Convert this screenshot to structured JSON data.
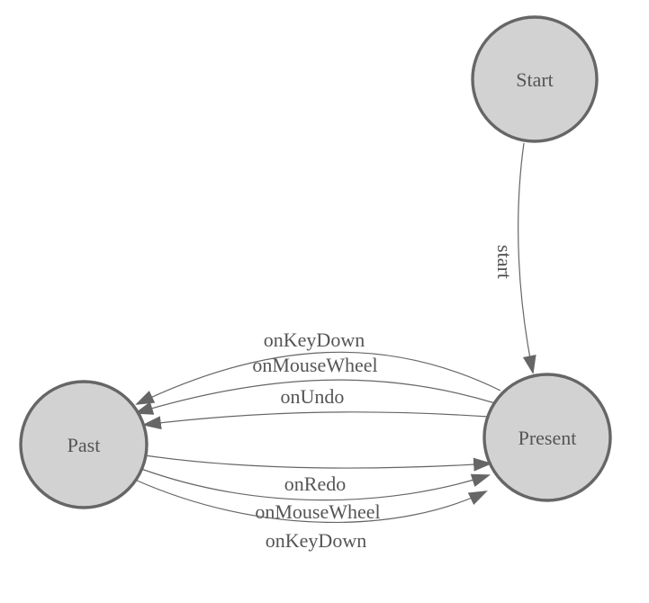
{
  "diagram": {
    "type": "state-machine",
    "colors": {
      "node_fill": "#d2d2d2",
      "node_stroke": "#666666",
      "edge_stroke": "#666666",
      "label_color": "#555555",
      "background": "#ffffff"
    },
    "nodes": [
      {
        "id": "start",
        "label": "Start"
      },
      {
        "id": "present",
        "label": "Present"
      },
      {
        "id": "past",
        "label": "Past"
      }
    ],
    "edges": [
      {
        "from": "start",
        "to": "present",
        "label": "start"
      },
      {
        "from": "present",
        "to": "past",
        "label": "onKeyDown"
      },
      {
        "from": "present",
        "to": "past",
        "label": "onMouseWheel"
      },
      {
        "from": "present",
        "to": "past",
        "label": "onUndo"
      },
      {
        "from": "past",
        "to": "present",
        "label": "onRedo"
      },
      {
        "from": "past",
        "to": "present",
        "label": "onMouseWheel"
      },
      {
        "from": "past",
        "to": "present",
        "label": "onKeyDown"
      }
    ]
  }
}
